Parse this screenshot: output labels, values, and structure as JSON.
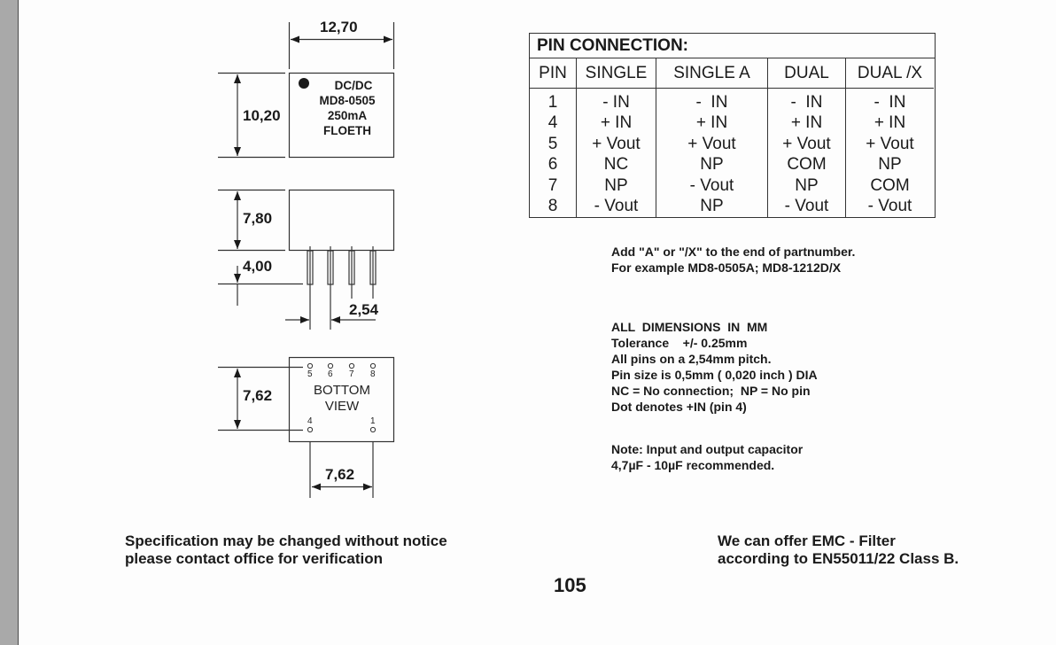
{
  "document": {
    "page_number": "105",
    "chip_marking": {
      "line1": "DC/DC",
      "line2": "MD8-0505",
      "line3": "250mA",
      "line4": "FLOETH"
    },
    "dimensions": {
      "top_width": "12,70",
      "top_height": "10,20",
      "side_body_height": "7,80",
      "side_pin_length": "4,00",
      "pin_pitch": "2,54",
      "bottom_height": "7,62",
      "bottom_width": "7,62"
    },
    "bottom_view": {
      "label_line1": "BOTTOM",
      "label_line2": "VIEW",
      "top_pins": [
        "5",
        "6",
        "7",
        "8"
      ],
      "bottom_pins": [
        "4",
        "1"
      ]
    },
    "pin_table": {
      "title": "PIN  CONNECTION:",
      "columns": [
        {
          "header": "PIN",
          "values": [
            "1",
            "4",
            "5",
            "6",
            "7",
            "8"
          ]
        },
        {
          "header": "SINGLE",
          "values": [
            "- IN",
            "+ IN",
            "+ Vout",
            "NC",
            "NP",
            "- Vout"
          ]
        },
        {
          "header": "SINGLE  A",
          "values": [
            "-  IN",
            "+ IN",
            "+ Vout",
            "NP",
            "- Vout",
            "NP"
          ]
        },
        {
          "header": "DUAL",
          "values": [
            "-  IN",
            "+ IN",
            "+ Vout",
            "COM",
            "NP",
            "- Vout"
          ]
        },
        {
          "header": "DUAL /X",
          "values": [
            "-  IN",
            "+ IN",
            "+ Vout",
            "NP",
            "COM",
            "- Vout"
          ]
        }
      ]
    },
    "notes": {
      "suffix_note": "Add \"A\" or \"/X\" to the end of partnumber.\nFor example MD8-0505A; MD8-1212D/X",
      "dimension_notes": "ALL  DIMENSIONS  IN  MM\nTolerance    +/- 0.25mm\nAll pins on a 2,54mm pitch.\nPin size is 0,5mm ( 0,020 inch ) DIA\nNC = No connection;  NP = No pin\nDot denotes +IN (pin 4)",
      "capacitor_note": "Note: Input and output capacitor\n4,7µF - 10µF recommended."
    },
    "footer": {
      "left": "Specification may be changed without notice\nplease contact office for verification",
      "right": "We can offer EMC - Filter\naccording to EN55011/22 Class B."
    }
  }
}
